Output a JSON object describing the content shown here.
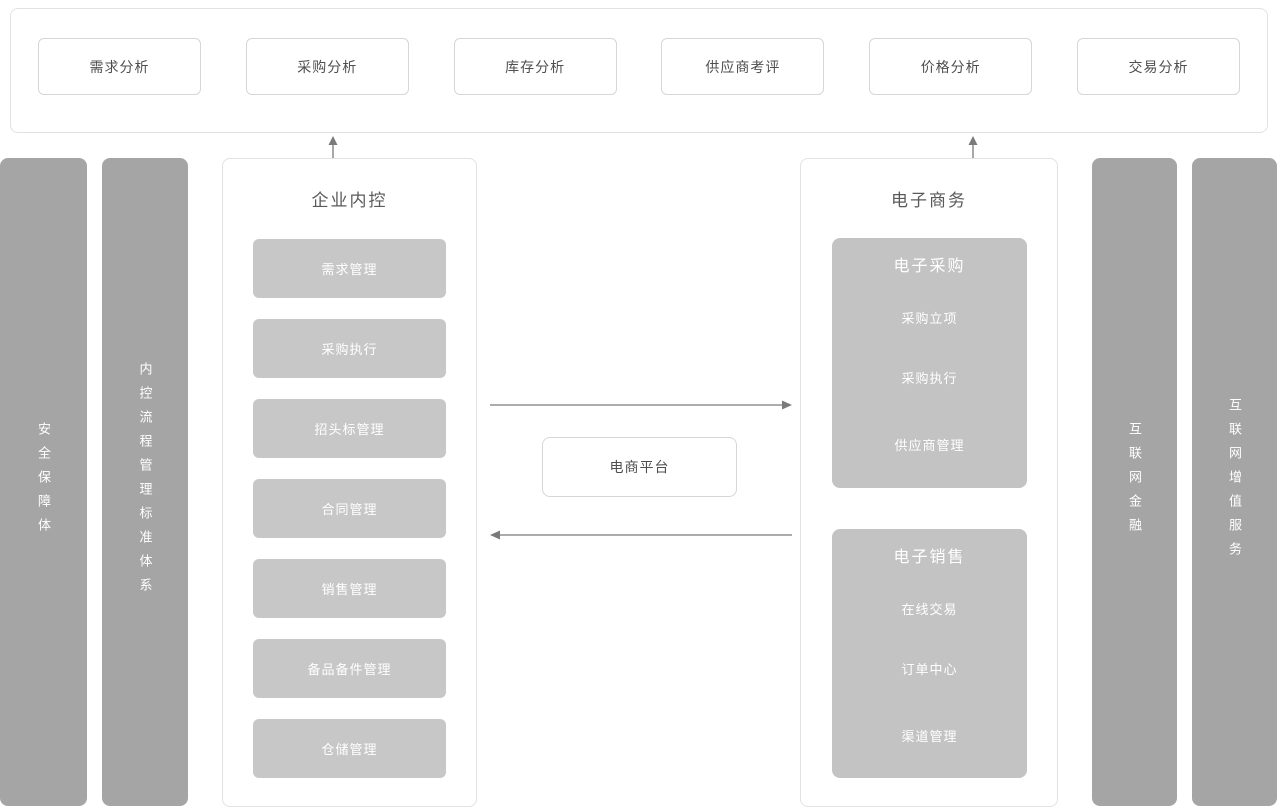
{
  "colors": {
    "background": "#ffffff",
    "panel_border": "#e2e2e2",
    "box_border": "#d6d6d6",
    "pillar_fill": "#a5a5a5",
    "module_fill": "#c7c7c7",
    "group_fill": "#c3c3c3",
    "dark_text": "#4f4f4f",
    "light_text": "#ffffff",
    "arrow": "#7a7a7a"
  },
  "analysis_panel": {
    "items": [
      "需求分析",
      "采购分析",
      "库存分析",
      "供应商考评",
      "价格分析",
      "交易分析"
    ]
  },
  "pillars": {
    "left": [
      "安全保障体",
      "内控流程管理标准体系"
    ],
    "right": [
      "互联网金融",
      "互联网增值服务"
    ]
  },
  "internal_control": {
    "title": "企业内控",
    "items": [
      "需求管理",
      "采购执行",
      "招头标管理",
      "合同管理",
      "销售管理",
      "备品备件管理",
      "仓储管理"
    ]
  },
  "ecommerce": {
    "title": "电子商务",
    "groups": [
      {
        "title": "电子采购",
        "items": [
          "采购立项",
          "采购执行",
          "供应商管理"
        ]
      },
      {
        "title": "电子销售",
        "items": [
          "在线交易",
          "订单中心",
          "渠道管理"
        ]
      }
    ]
  },
  "platform": {
    "label": "电商平台"
  }
}
